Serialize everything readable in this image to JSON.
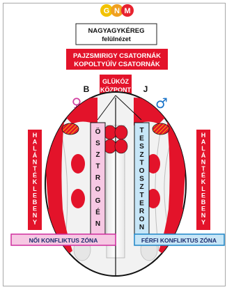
{
  "logo": {
    "letters": [
      "G",
      "N",
      "M"
    ],
    "colors": [
      "#f2c200",
      "#f0a020",
      "#e8232f"
    ]
  },
  "title": {
    "line1": "NAGYAGYKÉREG",
    "line2": "felülnézet"
  },
  "banner": {
    "line1": "PAJZSMIRIGY CSATORNÁK",
    "line2": "KOPOLTYÚÍV CSATORNÁK"
  },
  "center_box": {
    "line1": "GLÜKÓZ",
    "line2": "KÖZPONT"
  },
  "side_labels": {
    "left": "B",
    "right": "J"
  },
  "gender_symbols": {
    "female": "♀",
    "male": "♂",
    "female_color": "#d13fa0",
    "male_color": "#1a73c8"
  },
  "temporal_left": "HALÁNTÉKLEBENY",
  "temporal_right": "HALÁNTÉKLEBENY",
  "estrogen": "ÖSZTROGÉN",
  "testosterone": "TESZTOSZTERON",
  "zones": {
    "female": "NŐI KONFLIKTUS ZÓNA",
    "male": "FÉRFI KONFLIKTUS ZÓNA"
  },
  "colors": {
    "red": "#e3132a",
    "pink": "#f6c8e3",
    "blue": "#c7e6f7",
    "zone_pink_border": "#cf2e9e",
    "zone_blue_border": "#1e86c7"
  }
}
